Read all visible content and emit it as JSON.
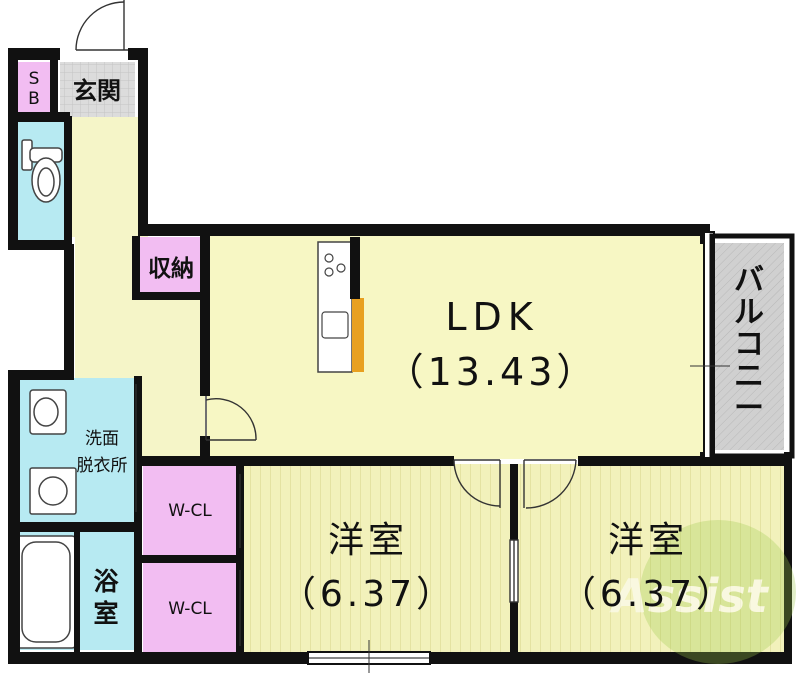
{
  "floorplan": {
    "rooms": {
      "sb": "SB",
      "genkan": "玄関",
      "storage": "収納",
      "ldk_name": "LDK",
      "ldk_area": "（13.43）",
      "balcony": "バルコニー",
      "washroom_line1": "洗面",
      "washroom_line2": "脱衣所",
      "bath_line1": "浴",
      "bath_line2": "室",
      "wcl_upper": "W-CL",
      "wcl_lower": "W-CL",
      "bedroom1_name": "洋室",
      "bedroom1_area": "（6.37）",
      "bedroom2_name": "洋室",
      "bedroom2_area": "（6.37）"
    },
    "watermark": "Assist",
    "colors": {
      "wall": "#111111",
      "hall": "#f5f5c8",
      "ldk": "#f7f7c4",
      "bedroom_floor": "#f2f1bb",
      "bedroom_stripe": "#e7e5a6",
      "water": "#b7eaf2",
      "closet": "#f2bdf2",
      "balcony": "#cfcfcf",
      "kitchen_accent": "#e8a020",
      "watermark": "#9cc84a"
    }
  }
}
